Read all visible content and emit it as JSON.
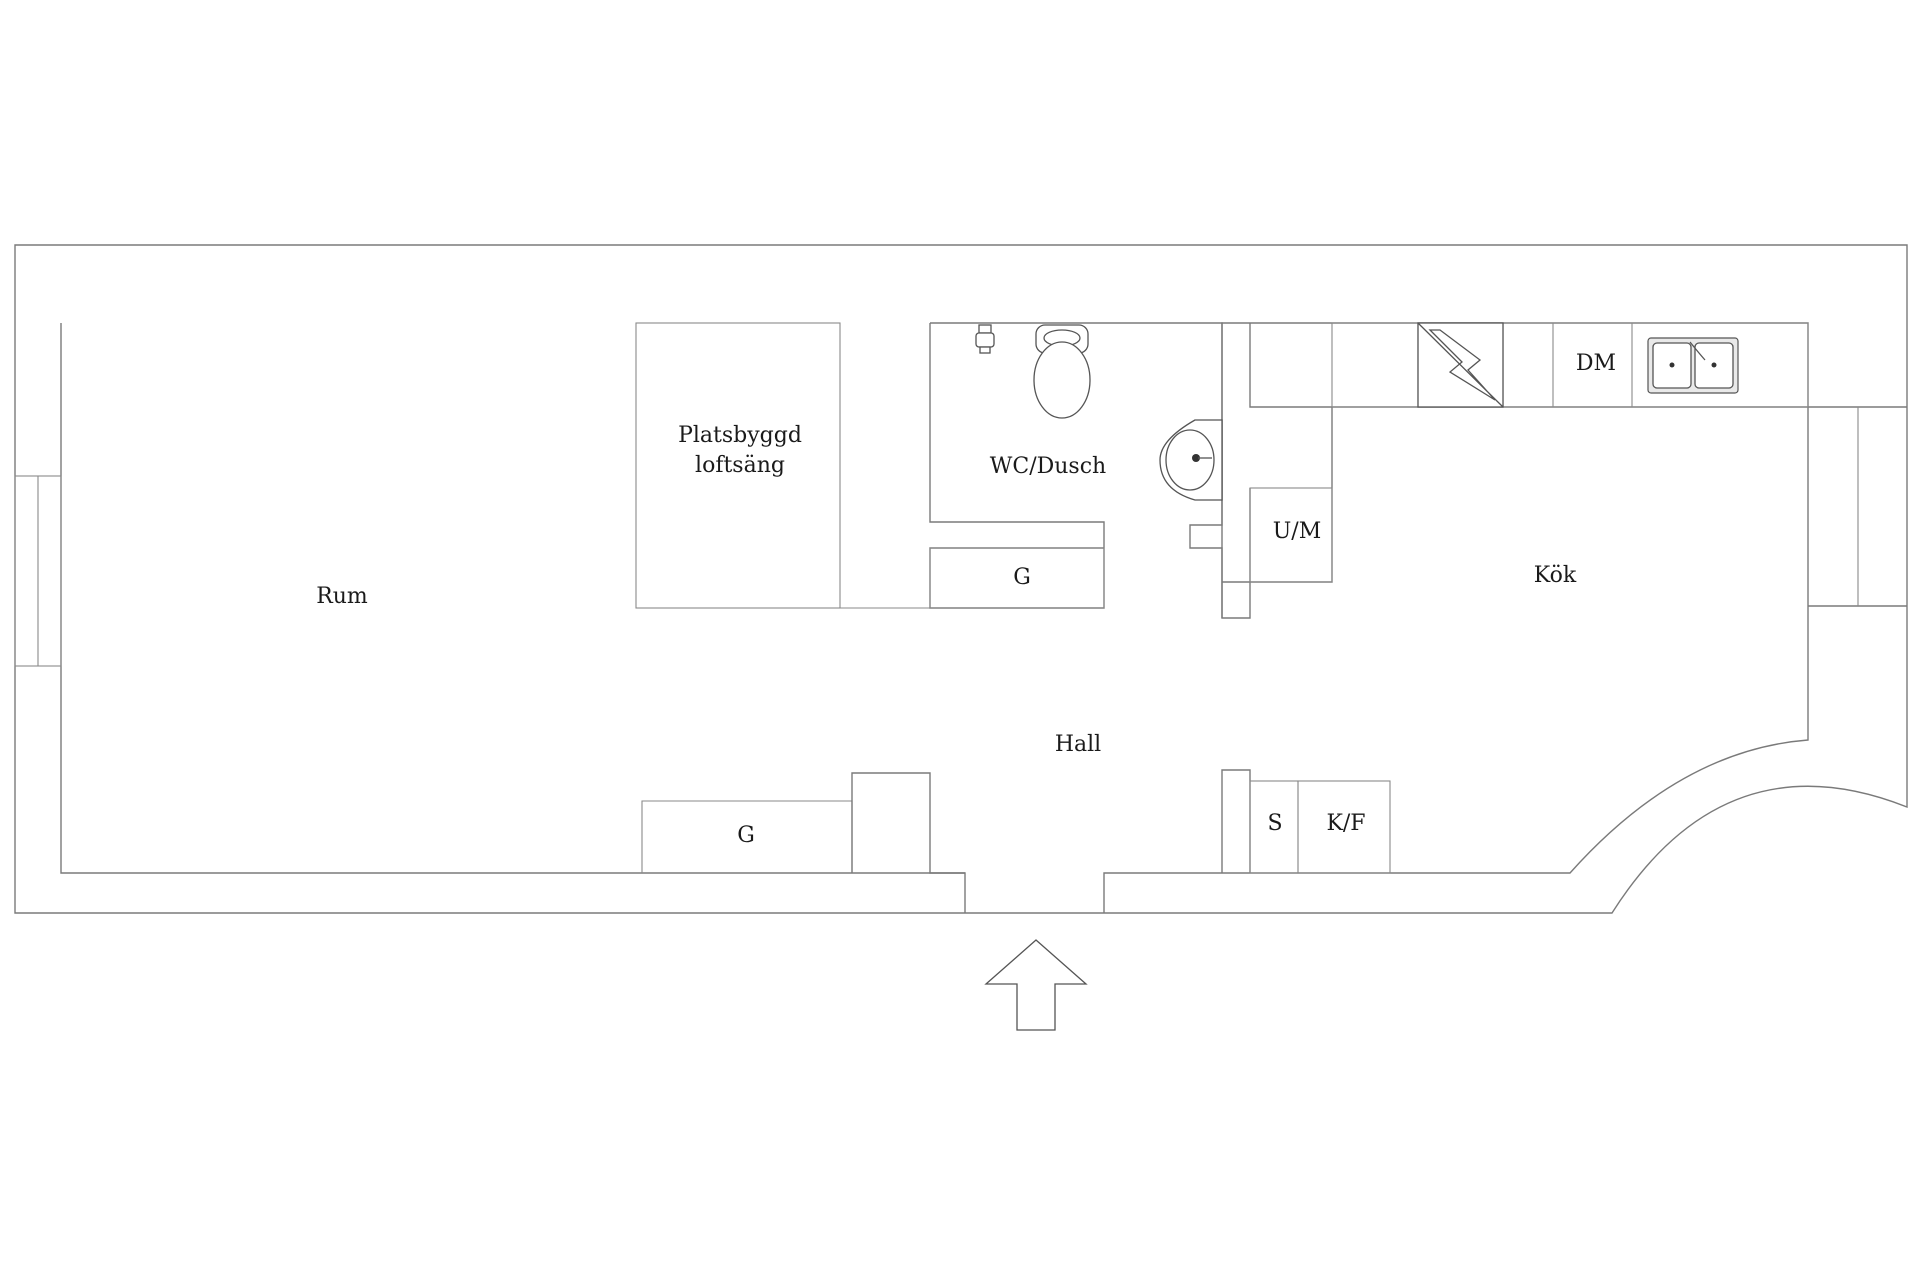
{
  "labels": {
    "rum": "Rum",
    "loft_line1": "Platsbyggd",
    "loft_line2": "loftsäng",
    "wc": "WC/Dusch",
    "g_bath": "G",
    "um": "U/M",
    "kok": "Kök",
    "dm": "DM",
    "hall": "Hall",
    "g_hall": "G",
    "s": "S",
    "kf": "K/F"
  },
  "icons": {
    "entrance": "entrance-arrow-icon",
    "toilet": "toilet-icon",
    "sink": "washbasin-icon",
    "shower": "shower-head-icon",
    "kitchen_sink": "kitchen-sink-icon",
    "stove": "stove-icon"
  }
}
